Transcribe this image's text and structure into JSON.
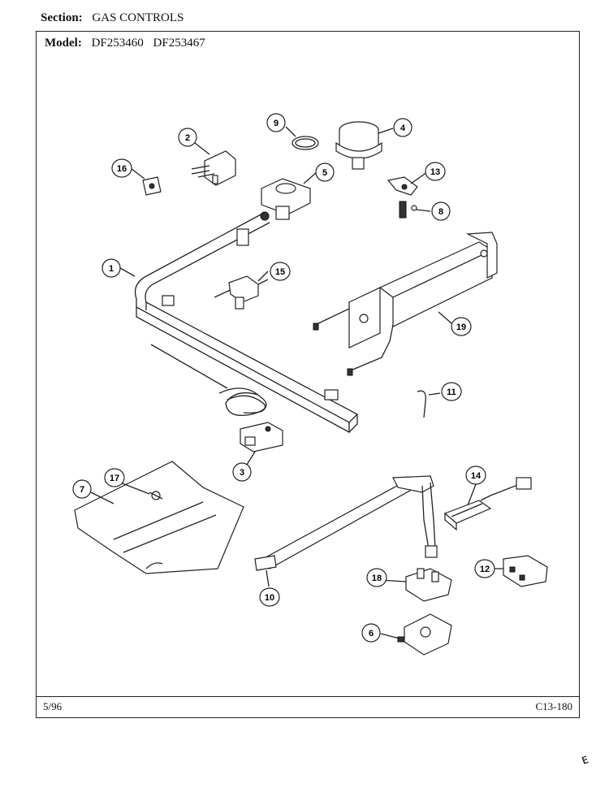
{
  "header": {
    "section_label": "Section:",
    "section_value": "GAS CONTROLS",
    "model_label": "Model:",
    "model_1": "DF253460",
    "model_2": "DF253467"
  },
  "footer": {
    "date": "5/96",
    "code": "C13-180"
  },
  "callouts": [
    "1",
    "2",
    "3",
    "4",
    "5",
    "6",
    "7",
    "8",
    "9",
    "10",
    "11",
    "12",
    "13",
    "14",
    "15",
    "16",
    "17",
    "18",
    "19"
  ],
  "mark": "ᴇ"
}
